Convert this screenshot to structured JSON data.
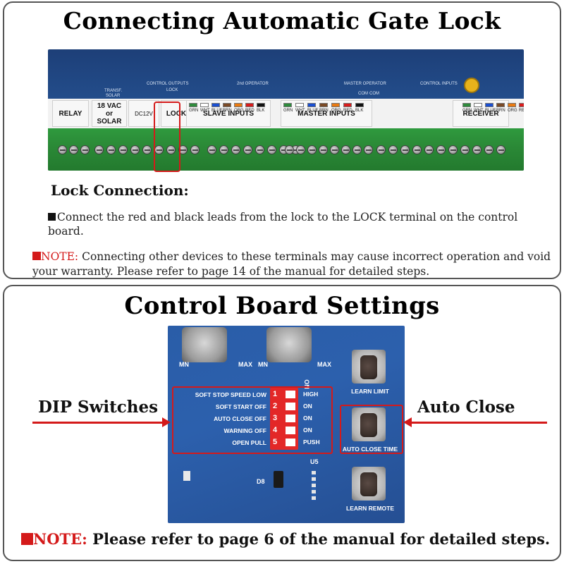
{
  "top": {
    "title": "Connecting Automatic Gate Lock",
    "board": {
      "labels": {
        "relay": "RELAY",
        "power": "18 VAC\nor\nSOLAR",
        "dc": "DC12V",
        "lock": "LOCK",
        "slave": "SLAVE INPUTS",
        "master": "MASTER INPUTS",
        "receiver": "RECEIVER"
      },
      "small": {
        "control_outputs": "CONTROL OUTPUTS",
        "second_operator": "2nd OPERATOR",
        "master_operator": "MASTER OPERATOR",
        "control_inputs": "CONTROL INPUTS",
        "transf": "TRANSF.",
        "solar": "SOLAR",
        "lock_small": "LOCK",
        "com1": "COM",
        "com2": "COM"
      },
      "wire_colors": [
        "GRN",
        "WHT",
        "BLUE",
        "BRN",
        "ORG",
        "RED",
        "BLK"
      ],
      "colors": {
        "grn": "#2e8b3c",
        "wht": "#ffffff",
        "blue": "#1a4fd1",
        "brn": "#7a4a26",
        "org": "#e87a12",
        "red": "#d81c1c",
        "blk": "#111111"
      }
    },
    "section_heading": "Lock Connection:",
    "bullet": "Connect the red and black leads from the lock to the LOCK terminal on the control board.",
    "note_label": "NOTE:",
    "note_text": " Connecting other devices to these terminals may cause incorrect operation and void your warranty. Please refer to page 14 of the manual for detailed steps."
  },
  "bottom": {
    "title": "Control Board Settings",
    "pot_labels": [
      "MN",
      "MAX",
      "MN",
      "MAX"
    ],
    "dip_rows": [
      {
        "left": "SOFT STOP SPEED LOW",
        "num": "1",
        "right": "HIGH"
      },
      {
        "left": "SOFT START OFF",
        "num": "2",
        "right": "ON"
      },
      {
        "left": "AUTO CLOSE OFF",
        "num": "3",
        "right": "ON"
      },
      {
        "left": "WARNING OFF",
        "num": "4",
        "right": "ON"
      },
      {
        "left": "OPEN PULL",
        "num": "5",
        "right": "PUSH"
      }
    ],
    "dip_on": "ON",
    "buttons": [
      "LEARN LIMIT",
      "AUTO CLOSE TIME",
      "LEARN REMOTE"
    ],
    "chip_labels": {
      "d8": "D8",
      "u5": "U5"
    },
    "callout_dip": "DIP Switches",
    "callout_auto": "Auto Close",
    "note_label": "NOTE:",
    "note_text": " Please refer to page 6 of the manual for detailed steps.",
    "accent": "#d41a1a"
  }
}
